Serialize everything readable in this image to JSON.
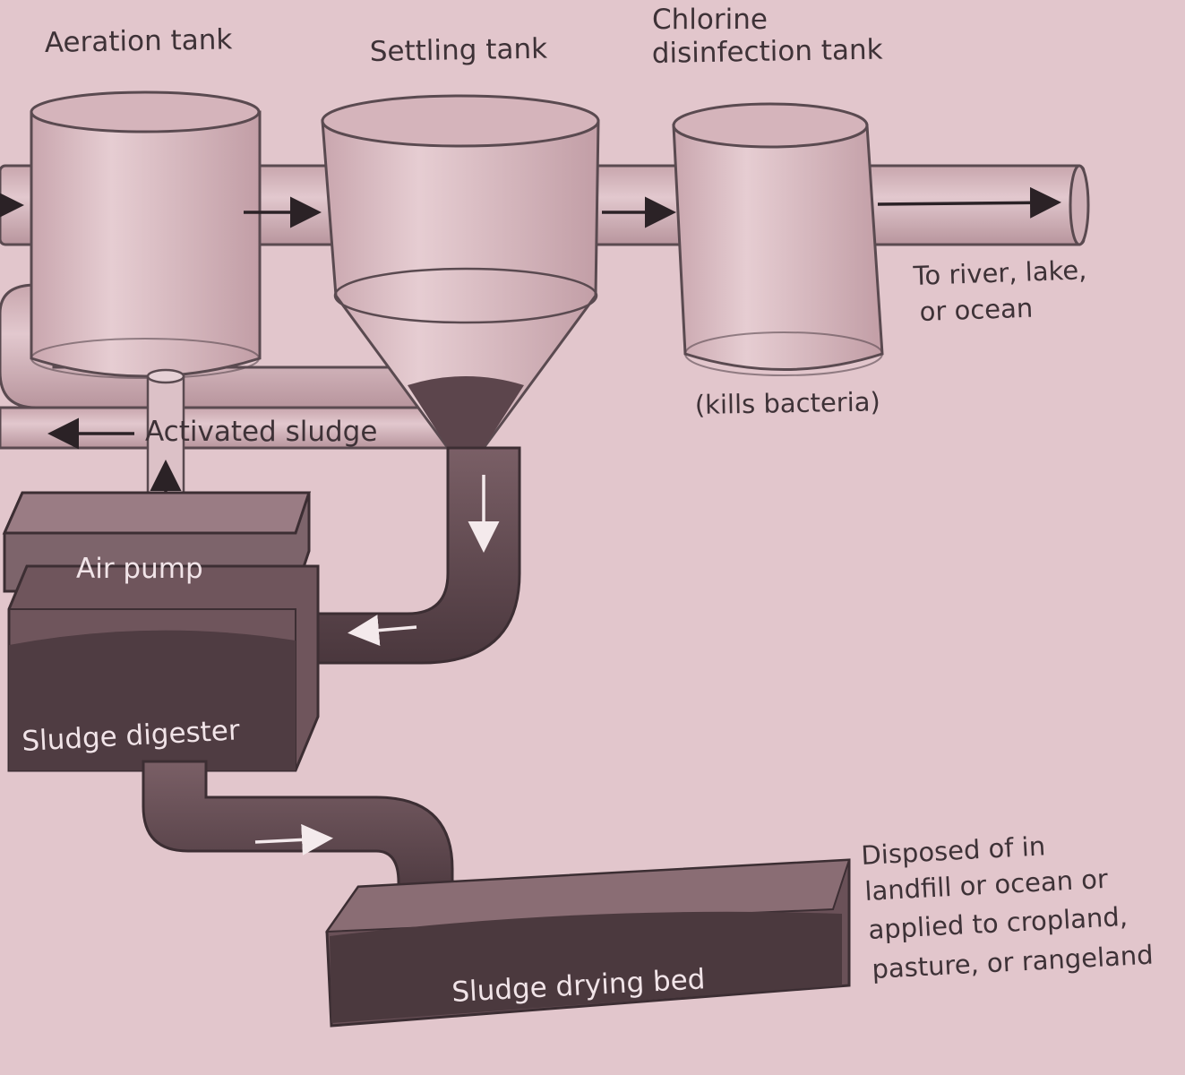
{
  "labels": {
    "aeration_tank": "Aeration tank",
    "settling_tank": "Settling tank",
    "chlorine_tank_line1": "Chlorine",
    "chlorine_tank_line2": "disinfection tank",
    "outflow_line1": "To river, lake,",
    "outflow_line2": "or ocean",
    "kills_bacteria": "(kills bacteria)",
    "activated_sludge": "Activated sludge",
    "air_pump": "Air pump",
    "sludge_digester": "Sludge digester",
    "sludge_drying_bed": "Sludge drying bed",
    "disposal_line1": "Disposed of in",
    "disposal_line2": "landfill or ocean or",
    "disposal_line3": "applied to cropland,",
    "disposal_line4": "pasture, or rangeland"
  },
  "colors": {
    "page_background": "#e2c6cc",
    "tank_fill": "#d9bcc2",
    "sludge": "#5c454c",
    "text": "#3e3237"
  }
}
